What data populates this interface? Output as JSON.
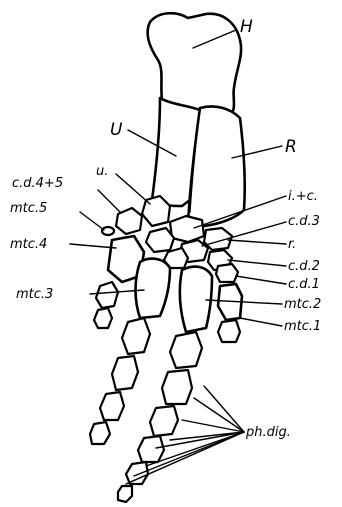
{
  "labels": {
    "humerus": "H",
    "ulna": "U",
    "radius": "R",
    "ulnare": "u.",
    "cd45": "c.d.4+5",
    "mtc5": "mtc.5",
    "mtc4": "mtc.4",
    "mtc3": "mtc.3",
    "ic": "i.+c.",
    "cd3": "c.d.3",
    "r": "r.",
    "cd2": "c.d.2",
    "cd1": "c.d.1",
    "mtc2": "mtc.2",
    "mtc1": "mtc.1",
    "phdig": "ph.dig."
  },
  "colors": {
    "ink": "#000000",
    "paper": "#ffffff"
  }
}
